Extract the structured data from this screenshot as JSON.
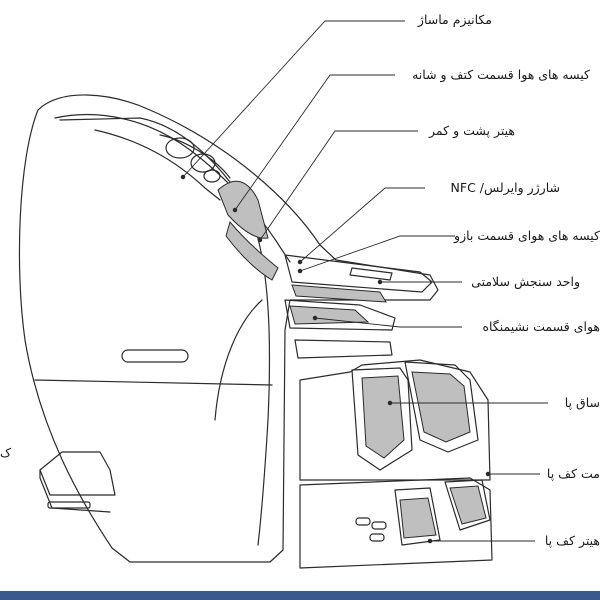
{
  "callouts": {
    "massage_mechanism": "مکانیزم ماساژ",
    "shoulder_airbags": "کیسه های هوا قسمت کتف و شانه",
    "back_heater": "هیتر پشت و کمر",
    "wireless_charger": "شارژر وایرلس/ NFC",
    "arm_airbags": "کیسه های هوای قسمت بازو",
    "health_unit": "واحد سنجش سلامتی",
    "seat_airbags": "هوای قسمت نشیمنگاه",
    "calf_airbags": "ساق پا",
    "sole_airbags": "مت کف پا",
    "sole_heater": "هیتر کف پا",
    "left_edge_fragment": "ک"
  },
  "colors": {
    "line": "#2b2b2b",
    "airbag_fill": "#bfbfbf",
    "bottom_bar": "#3b5a8c"
  }
}
